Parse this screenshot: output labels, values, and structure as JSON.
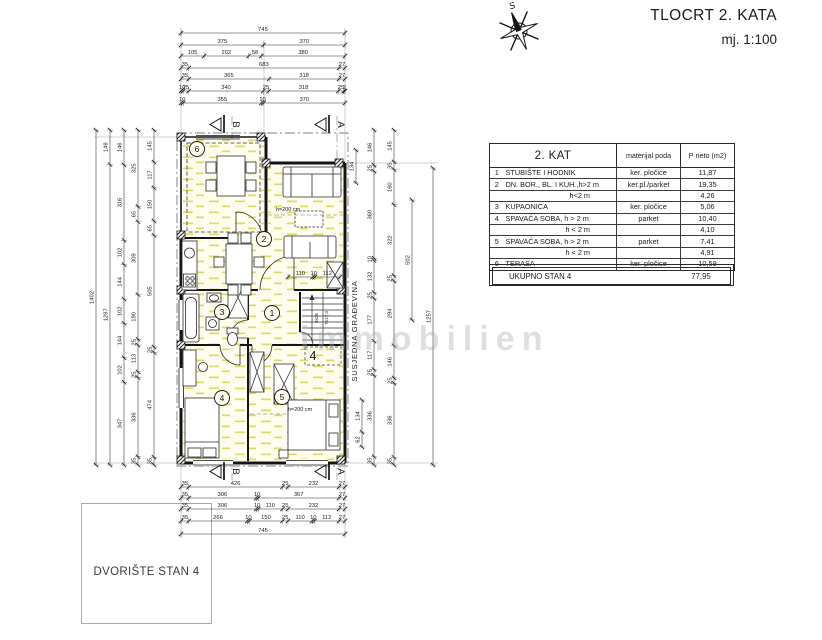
{
  "title_block": {
    "title": "TLOCRT 2. KATA",
    "scale": "mj. 1:100"
  },
  "compass": {
    "north_label": "S"
  },
  "watermark": {
    "text": "immobilien"
  },
  "site": {
    "yard_label": "DVORIŠTE STAN 4",
    "neighbor_label": "SUSJEDNA GRAĐEVINA"
  },
  "section_markers": {
    "top": [
      "B",
      "A"
    ],
    "bottom": [
      "B",
      "A"
    ]
  },
  "plan": {
    "room_labels": [
      "6",
      "2",
      "3",
      "1",
      "4",
      "5"
    ],
    "stair_area_label": "4",
    "height_notes": [
      "h=200 cm",
      "h=200 cm"
    ],
    "stairs_notes": [
      "8x26",
      "7x17,3"
    ]
  },
  "dimensions": {
    "top": [
      [
        "745"
      ],
      [
        "375",
        "370"
      ],
      [
        "105",
        "202",
        "58",
        "380"
      ],
      [
        "35",
        "683",
        "27"
      ],
      [
        "35",
        "365",
        "318",
        "27"
      ],
      [
        "10",
        "25",
        "340",
        "25",
        "318",
        "25",
        "2"
      ],
      [
        "10",
        "355",
        "10",
        "370"
      ]
    ],
    "bottom": [
      [
        "35",
        "426",
        "25",
        "232",
        "27"
      ],
      [
        "35",
        "306",
        "10",
        "367",
        "27"
      ],
      [
        "35",
        "306",
        "10",
        "110",
        "25",
        "232",
        "27"
      ],
      [
        "35",
        "266",
        "10",
        "150",
        "25",
        "110",
        "10",
        "112",
        "27"
      ],
      [
        "745"
      ]
    ],
    "left": [
      [
        "1402"
      ],
      [
        "148",
        "1287"
      ],
      [
        "146",
        "316",
        "102",
        "144",
        "102",
        "144",
        "102",
        "347"
      ],
      [
        "325",
        "65",
        "309",
        "190",
        "25",
        "113",
        "25",
        "336",
        "35"
      ],
      [
        "145",
        "117",
        "150",
        "65",
        "505",
        "25",
        "474",
        "35"
      ]
    ],
    "right": [
      [
        "146",
        "25",
        "360",
        "10",
        "132",
        "25",
        "177",
        "117",
        "25",
        "336",
        "35"
      ],
      [
        "145",
        "35",
        "160",
        "322",
        "25",
        "294",
        "146",
        "25",
        "336",
        "35"
      ],
      [
        "502"
      ],
      [
        "1257"
      ]
    ],
    "right_upper_small": [
      "134"
    ],
    "right_lower_small": [
      "134",
      "62"
    ],
    "inner": [
      "110",
      "10",
      "112"
    ]
  },
  "table": {
    "headers": [
      "2. KAT",
      "materijal poda",
      "P neto (m2)"
    ],
    "rows": [
      {
        "num": "1",
        "name": "STUBIŠTE I HODNIK",
        "material": "ker. pločice",
        "area": "11,87",
        "indent": false
      },
      {
        "num": "2",
        "name": "DN. BOR., BL. I KUH.,h>2 m",
        "material": "ker.pl./parket",
        "area": "19,35",
        "indent": false
      },
      {
        "num": "",
        "name": "h<2 m",
        "material": "",
        "area": "4,26",
        "indent": true
      },
      {
        "num": "3",
        "name": "KUPAONICA",
        "material": "ker. pločice",
        "area": "5,06",
        "indent": false
      },
      {
        "num": "4",
        "name": "SPAVAĆA SOBA, h > 2 m",
        "material": "parket",
        "area": "10,40",
        "indent": false
      },
      {
        "num": "",
        "name": "h < 2 m",
        "material": "",
        "area": "4,10",
        "indent": true
      },
      {
        "num": "5",
        "name": "SPAVAĆA SOBA, h > 2 m",
        "material": "parket",
        "area": "7,41",
        "indent": false
      },
      {
        "num": "",
        "name": "h < 2 m",
        "material": "",
        "area": "4,91",
        "indent": true
      },
      {
        "num": "6",
        "name": "TERASA",
        "material": "ker. pločice",
        "area": "10,59",
        "indent": false
      }
    ],
    "total": {
      "label": "UKUPNO STAN 4",
      "value": "77,95"
    }
  }
}
